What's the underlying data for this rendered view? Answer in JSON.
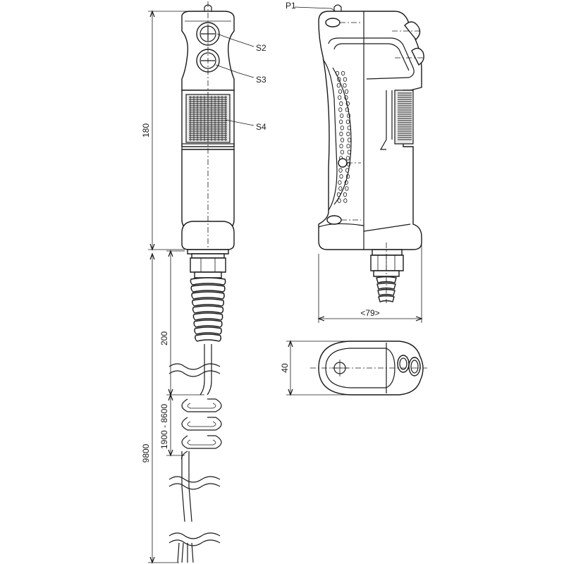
{
  "labels": {
    "p1": "P1",
    "s2": "S2",
    "s3": "S3",
    "s4": "S4"
  },
  "dimensions": {
    "handle_length": "180",
    "cable_straight": "200",
    "cable_coil": "1900 - 8600",
    "cable_total": "9800",
    "depth": "<79>",
    "width": "40"
  },
  "colors": {
    "line": "#1a1a1a",
    "background": "#ffffff"
  }
}
